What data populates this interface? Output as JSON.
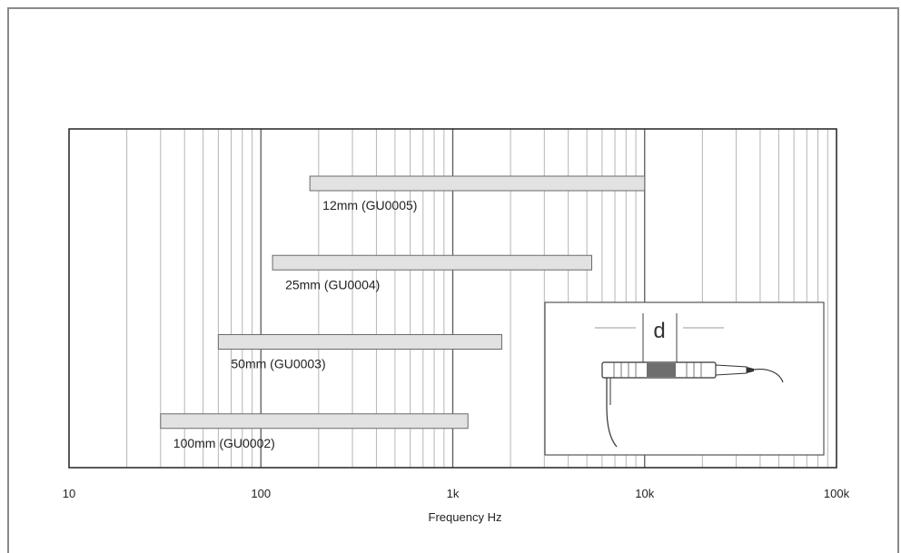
{
  "chart_data": {
    "type": "bar",
    "orientation": "horizontal-range",
    "xlabel": "Frequency Hz",
    "xscale": "log",
    "xlim": [
      10,
      100000
    ],
    "grid": true,
    "x_tick_labels": [
      {
        "value": 10,
        "label": "10"
      },
      {
        "value": 100,
        "label": "100"
      },
      {
        "value": 1000,
        "label": "1k"
      },
      {
        "value": 10000,
        "label": "10k"
      },
      {
        "value": 100000,
        "label": "100k"
      }
    ],
    "series": [
      {
        "name": "12mm (GU0005)",
        "start": 180,
        "end": 10000
      },
      {
        "name": "25mm (GU0004)",
        "start": 115,
        "end": 5300
      },
      {
        "name": "50mm (GU0003)",
        "start": 60,
        "end": 1800
      },
      {
        "name": "100mm (GU0002)",
        "start": 30,
        "end": 1200
      }
    ],
    "colors": {
      "bar_fill": "#e2e2e2",
      "bar_stroke": "#6a6a6a",
      "grid_minor": "#b5b5b5",
      "grid_major": "#5a5a5a",
      "frame": "#222222"
    }
  },
  "inset": {
    "dimension_label": "d"
  }
}
